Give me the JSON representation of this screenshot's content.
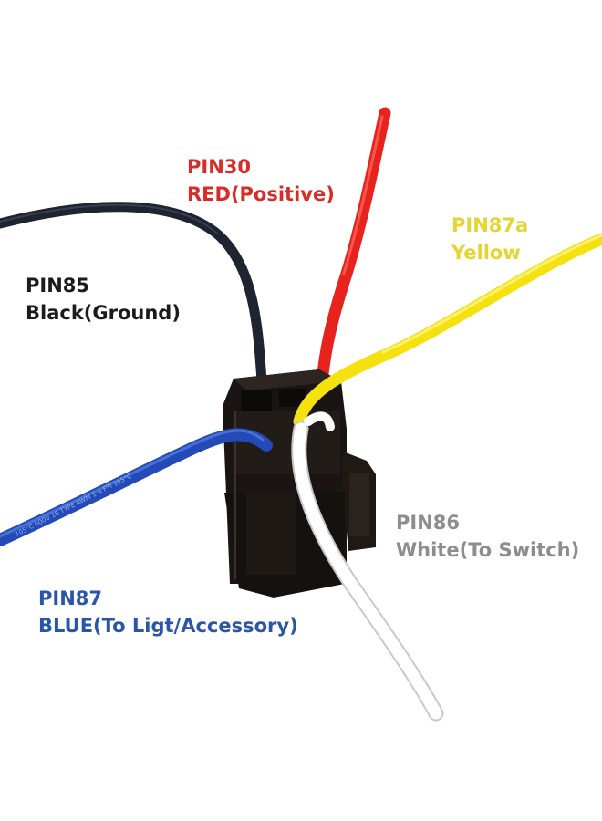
{
  "labels": {
    "red": {
      "pin": "PIN30",
      "desc": "RED(Positive)",
      "color": "#d92b27"
    },
    "yellow": {
      "pin": "PIN87a",
      "desc": "Yellow",
      "color": "#e4d632"
    },
    "black": {
      "pin": "PIN85",
      "desc": "Black(Ground)",
      "color": "#1b1b1b"
    },
    "white": {
      "pin": "PIN86",
      "desc": "White(To Switch)",
      "color": "#8d8d8d"
    },
    "blue": {
      "pin": "PIN87",
      "desc": "BLUE(To Ligt/Accessory)",
      "color": "#2a55a8"
    }
  },
  "wire_colors": {
    "red": "#e8231d",
    "yellow": "#f4e10e",
    "black": "#1e2430",
    "white": "#ffffff",
    "blue": "#2449b8"
  },
  "socket_color": "#1a1512",
  "wire_print": "105°C 600V 16 TYPE AWM 1 A FTI 105°C"
}
